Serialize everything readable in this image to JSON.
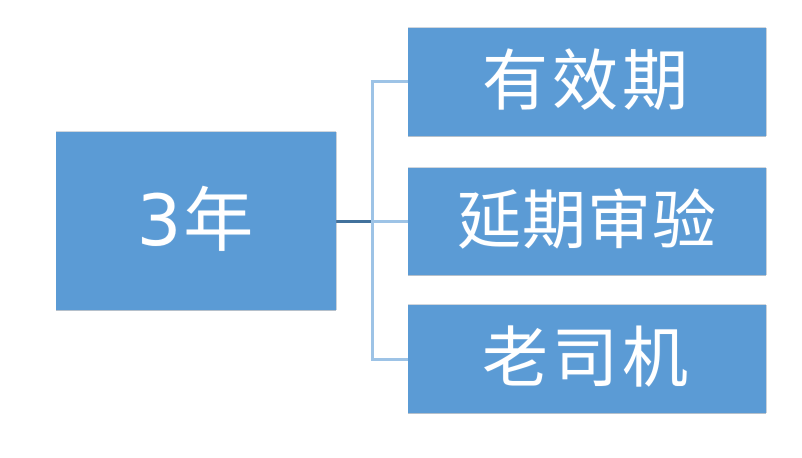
{
  "diagram": {
    "type": "hierarchy",
    "title": "",
    "background_color": "#FFFFFF",
    "node_fill_color": "#5B9BD5",
    "node_text_color": "#FFFFFF",
    "connector_color": "#9DC3E6",
    "connector_stem_color": "#41719C",
    "root": {
      "label": "3年",
      "name": "root-node"
    },
    "children": [
      {
        "label": "有效期",
        "name": "child-node-validity-period"
      },
      {
        "label": "延期审验",
        "name": "child-node-extension-review"
      },
      {
        "label": "老司机",
        "name": "child-node-veteran-driver"
      }
    ]
  }
}
